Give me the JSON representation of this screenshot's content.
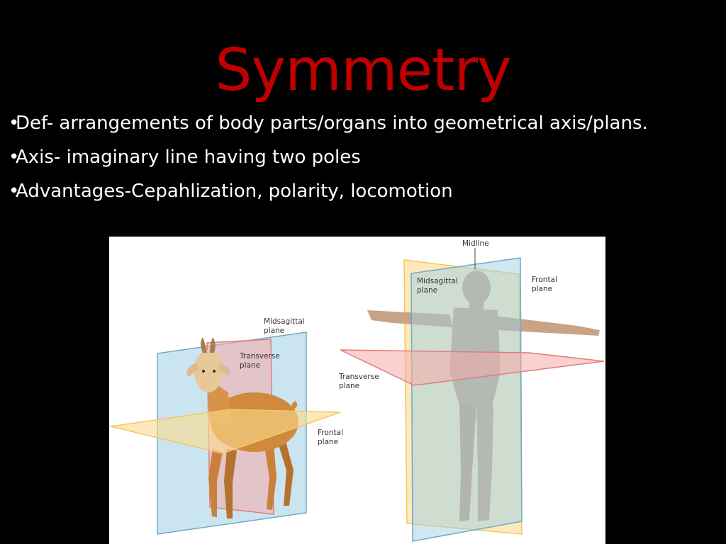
{
  "slide": {
    "title": "Symmetry",
    "bullets": [
      {
        "marker": "•",
        "text": "Def- arrangements of body parts/organs into geometrical axis/plans."
      },
      {
        "marker": "•",
        "text": "Axis- imaginary line having two poles"
      },
      {
        "marker": "•",
        "text": "Advantages-Cepahlization, polarity, locomotion"
      }
    ],
    "title_color": "#c00000"
  },
  "figure": {
    "goat": {
      "midsagittal_line1": "Midsagittal",
      "midsagittal_line2": "plane",
      "transverse_line1": "Transverse",
      "transverse_line2": "plane",
      "frontal_line1": "Frontal",
      "frontal_line2": "plane"
    },
    "human": {
      "midline": "Midline",
      "midsagittal_line1": "Midsagittal",
      "midsagittal_line2": "plane",
      "frontal_line1": "Frontal",
      "frontal_line2": "plane",
      "transverse_line1": "Transverse",
      "transverse_line2": "plane"
    },
    "colors": {
      "blue_plane": "#9fd0e4",
      "red_plane": "#f6a9a9",
      "yellow_plane": "#fbdc8c",
      "goat_body": "#cf8a3e",
      "human_body": "#c9a385"
    }
  }
}
